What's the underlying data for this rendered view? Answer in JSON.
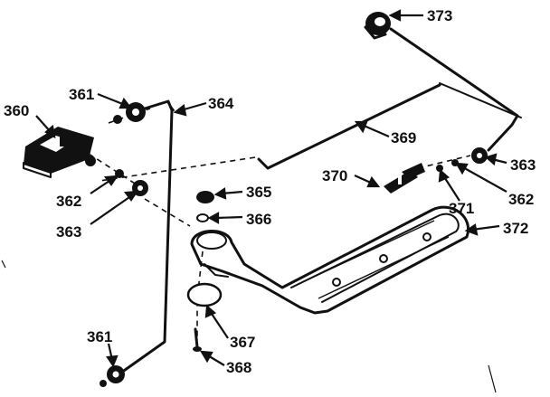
{
  "diagram": {
    "colors": {
      "ink": "#111111",
      "paper": "#ffffff"
    },
    "callouts": {
      "c360": "360",
      "c361_top": "361",
      "c361_bottom": "361",
      "c362_left": "362",
      "c362_right": "362",
      "c363_left": "363",
      "c363_right": "363",
      "c364": "364",
      "c365": "365",
      "c366": "366",
      "c367": "367",
      "c368": "368",
      "c369": "369",
      "c370": "370",
      "c371": "371",
      "c372": "372",
      "c373": "373"
    }
  }
}
